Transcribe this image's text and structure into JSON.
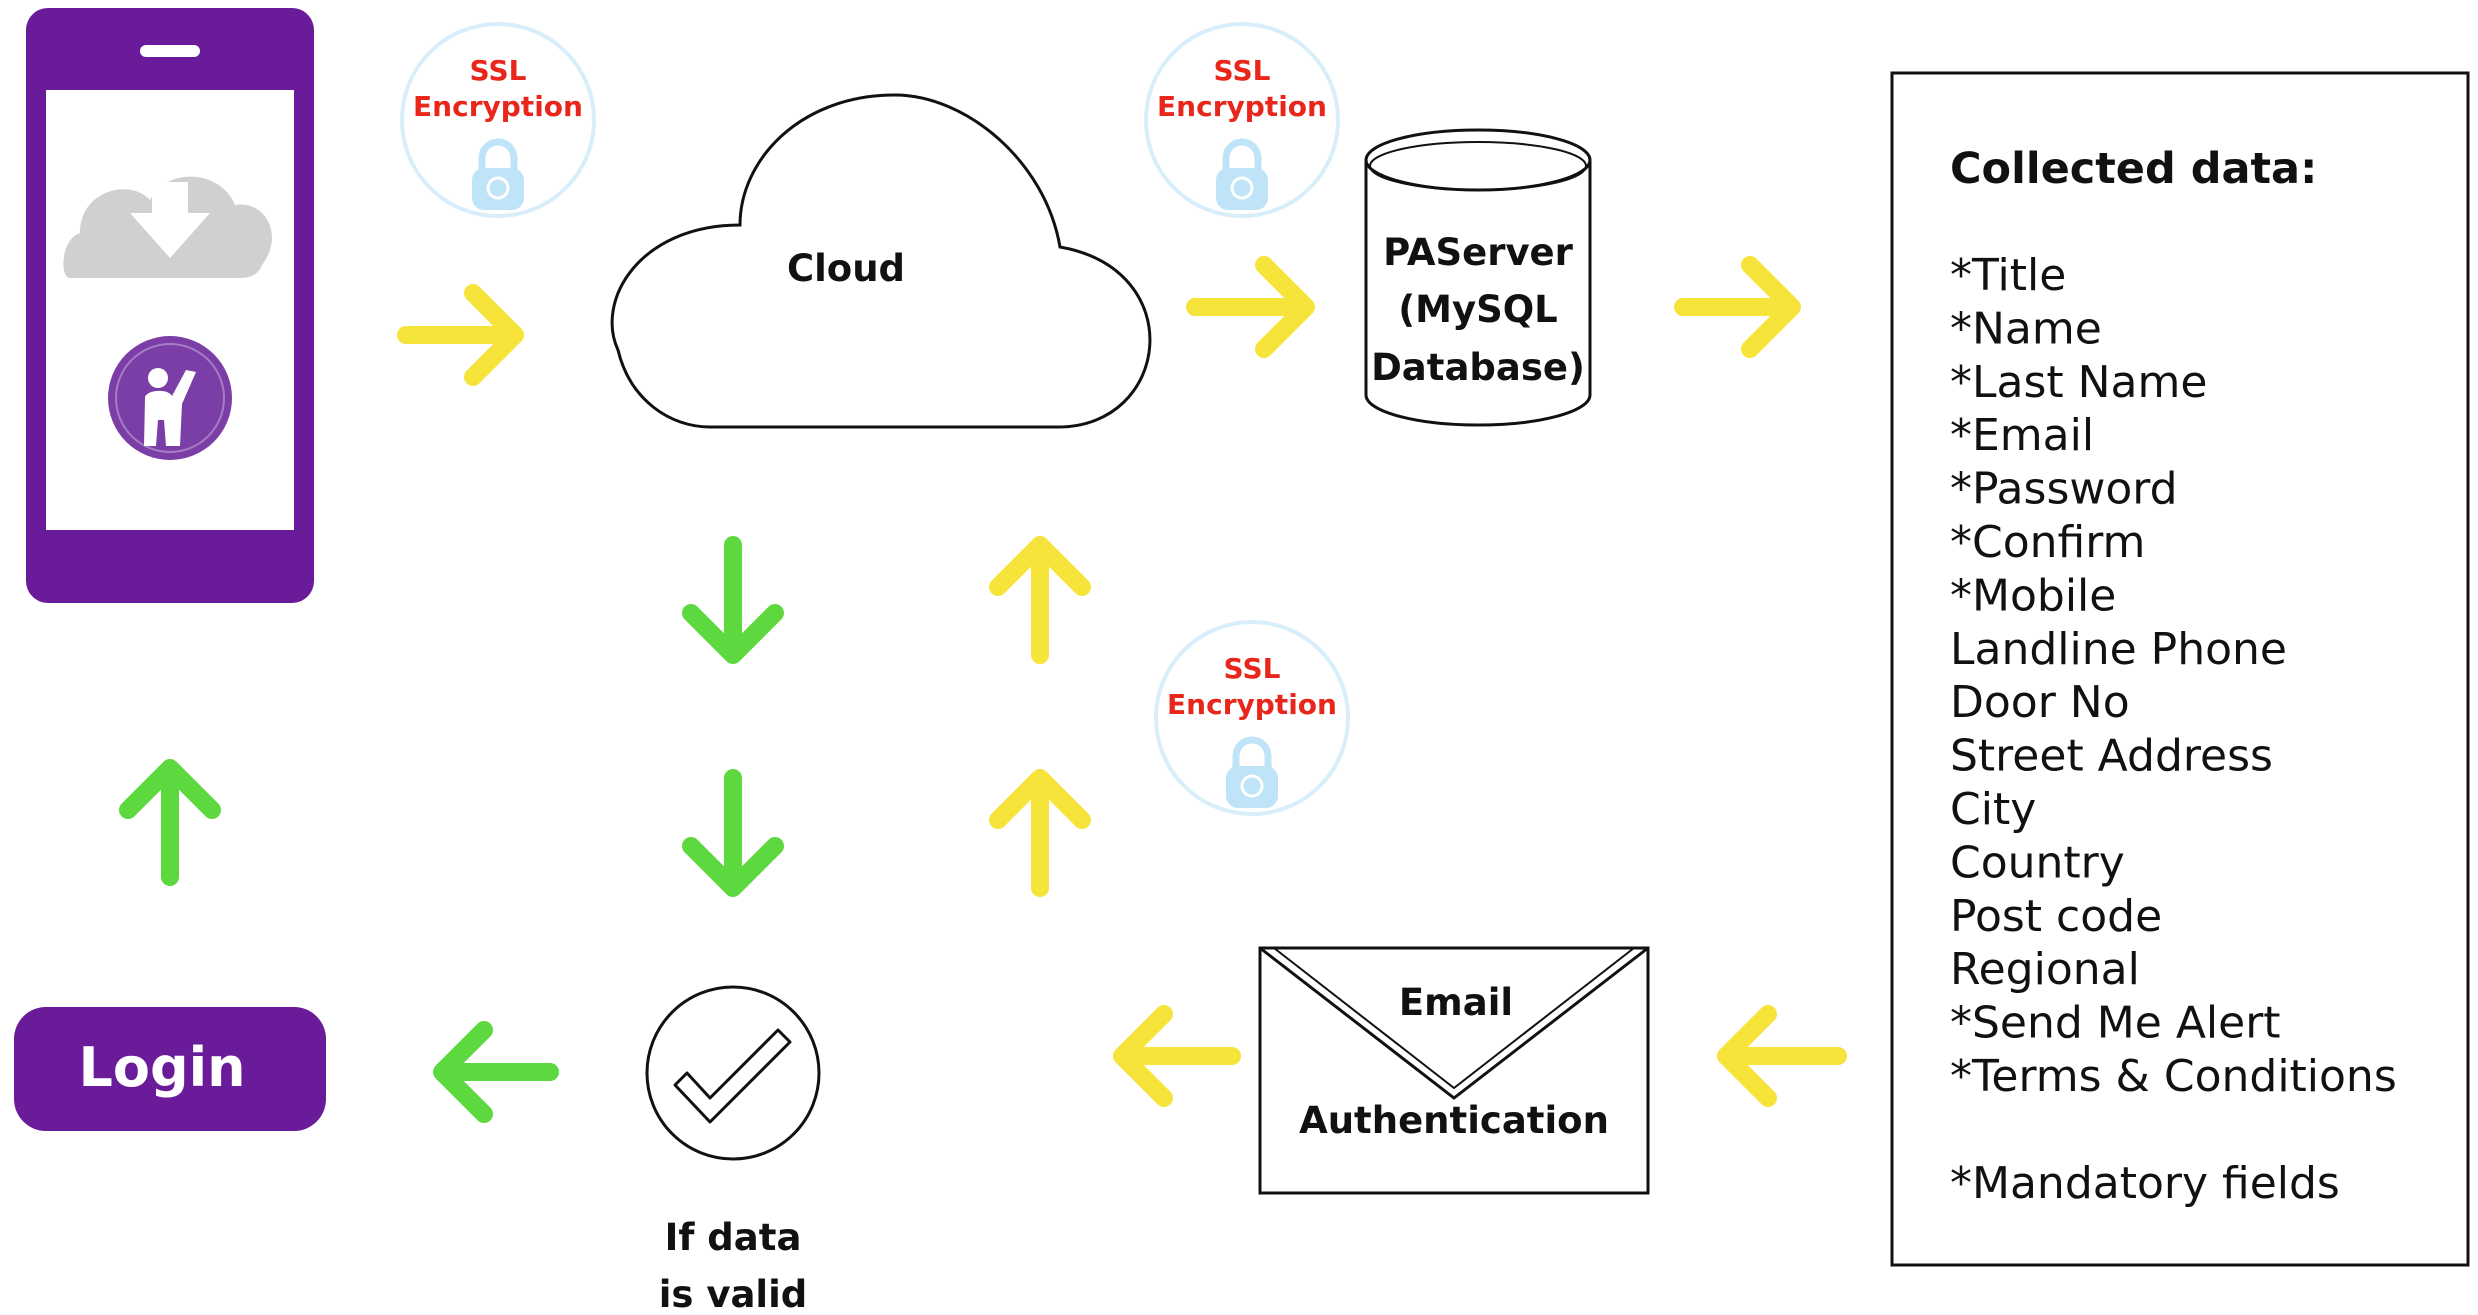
{
  "colors": {
    "phone_purple": "#6a1b9a",
    "login_purple": "#6a1b9a",
    "arrow_yellow": "#f6e43a",
    "arrow_green": "#5ed83f",
    "ssl_red": "#e8261b",
    "lock_blue": "#bfe4f8"
  },
  "icons": {
    "cloud_download": "cloud-download-icon",
    "app_logo": "raised-hand-person-icon",
    "lock": "padlock-icon",
    "check": "checkmark-icon",
    "envelope": "envelope-icon",
    "database": "database-cylinder-icon"
  },
  "ssl": {
    "line1": "SSL",
    "line2": "Encryption"
  },
  "cloud": {
    "label": "Cloud"
  },
  "server": {
    "line1": "PAServer",
    "line2": "(MySQL",
    "line3": "Database)"
  },
  "email": {
    "line1": "Email",
    "line2": "Authentication"
  },
  "validation": {
    "line1": "If data",
    "line2": "is valid"
  },
  "login": {
    "label": "Login"
  },
  "collected": {
    "title": "Collected data:",
    "fields": [
      "*Title",
      "*Name",
      "*Last Name",
      "*Email",
      "*Password",
      "*Confirm",
      "*Mobile",
      "Landline Phone",
      "Door No",
      "Street Address",
      "City",
      "Country",
      "Post code",
      "Regional",
      "*Send Me Alert",
      "*Terms & Conditions"
    ],
    "footnote": "*Mandatory fields"
  }
}
